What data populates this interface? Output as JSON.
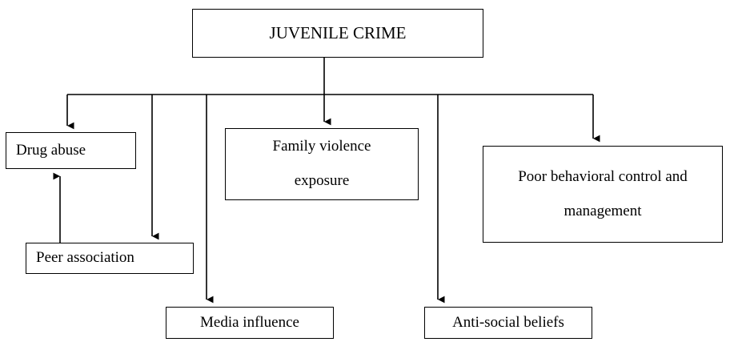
{
  "diagram": {
    "title": "JUVENILE CRIME",
    "type": "hierarchy-flowchart",
    "nodes": {
      "root": {
        "label": "JUVENILE CRIME"
      },
      "drug_abuse": {
        "label": "Drug abuse"
      },
      "peer_association": {
        "label": "Peer association"
      },
      "family_violence": {
        "line1": "Family violence",
        "line2": "exposure"
      },
      "media_influence": {
        "label": "Media influence"
      },
      "anti_social": {
        "label": "Anti-social beliefs"
      },
      "poor_behavioral": {
        "line1": "Poor behavioral control and",
        "line2": "management"
      }
    },
    "edges": [
      {
        "from": "root",
        "to": "drug_abuse",
        "style": "elbow-arrow"
      },
      {
        "from": "root",
        "to": "peer_association",
        "style": "elbow-arrow"
      },
      {
        "from": "root",
        "to": "media_influence",
        "style": "elbow-arrow"
      },
      {
        "from": "root",
        "to": "family_violence",
        "style": "straight-arrow"
      },
      {
        "from": "root",
        "to": "anti_social",
        "style": "elbow-arrow"
      },
      {
        "from": "root",
        "to": "poor_behavioral",
        "style": "elbow-arrow"
      },
      {
        "from": "peer_association",
        "to": "drug_abuse",
        "style": "straight-arrow-up"
      }
    ],
    "colors": {
      "stroke": "#000000",
      "fill": "#ffffff",
      "text": "#000000"
    }
  }
}
